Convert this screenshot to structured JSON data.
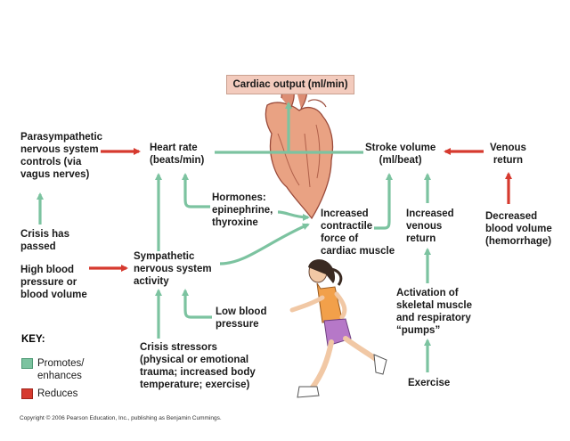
{
  "title": "Cardiac output (ml/min)",
  "colors": {
    "promotes": "#7cc3a0",
    "reduces": "#d63a2f",
    "title_fill": "#f3cbbd"
  },
  "nodes": {
    "parasympathetic": [
      "Parasympathetic",
      "nervous system",
      "controls (via",
      "vagus nerves)"
    ],
    "heart_rate": [
      "Heart rate",
      "(beats/min)"
    ],
    "stroke_volume": [
      "Stroke volume",
      "(ml/beat)"
    ],
    "venous_return": [
      "Venous",
      "return"
    ],
    "hormones": [
      "Hormones:",
      "epinephrine,",
      "thyroxine"
    ],
    "increased_contractile": [
      "Increased",
      "contractile",
      "force of",
      "cardiac muscle"
    ],
    "increased_venous": [
      "Increased",
      "venous",
      "return"
    ],
    "decreased_blood": [
      "Decreased",
      "blood volume",
      "(hemorrhage)"
    ],
    "crisis_passed": [
      "Crisis has",
      "passed"
    ],
    "high_bp": [
      "High blood",
      "pressure or",
      "blood volume"
    ],
    "sympathetic": [
      "Sympathetic",
      "nervous system",
      "activity"
    ],
    "low_bp": [
      "Low blood",
      "pressure"
    ],
    "activation": [
      "Activation of",
      "skeletal muscle",
      "and respiratory",
      "“pumps”"
    ],
    "crisis_stressors": [
      "Crisis stressors",
      "(physical or emotional",
      "trauma; increased body",
      "temperature; exercise)"
    ],
    "exercise": [
      "Exercise"
    ]
  },
  "key": {
    "title": "KEY:",
    "promotes": [
      "Promotes/",
      "enhances"
    ],
    "reduces": "Reduces"
  },
  "copyright": "Copyright © 2006 Pearson Education, Inc., publishing as Benjamin Cummings."
}
